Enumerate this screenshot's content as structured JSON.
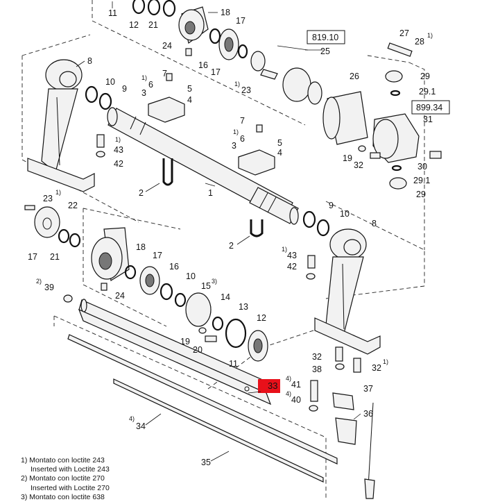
{
  "boxed_refs": [
    "819.10",
    "899.34"
  ],
  "highlighted_callout": {
    "label": "33",
    "color": "#e8101a"
  },
  "callouts": [
    "1",
    "2",
    "2",
    "3",
    "3",
    "4",
    "4",
    "5",
    "5",
    "6",
    "6",
    "7",
    "7",
    "8",
    "8",
    "9",
    "9",
    "10",
    "10",
    "10",
    "11",
    "11",
    "12",
    "12",
    "13",
    "14",
    "15",
    "16",
    "16",
    "17",
    "17",
    "17",
    "18",
    "18",
    "19",
    "19",
    "20",
    "21",
    "21",
    "22",
    "23",
    "23",
    "24",
    "24",
    "25",
    "26",
    "27",
    "28",
    "29",
    "29",
    "29.1",
    "29.1",
    "30",
    "31",
    "32",
    "32",
    "32",
    "34",
    "35",
    "36",
    "37",
    "38",
    "39",
    "40",
    "41",
    "42",
    "42",
    "43",
    "43"
  ],
  "notes": [
    {
      "marker": "1)",
      "it": "Montato con loctite 243",
      "en": "Inserted with Loctite 243"
    },
    {
      "marker": "2)",
      "it": "Montato con loctite 270",
      "en": "Inserted with Loctite 270"
    },
    {
      "marker": "3)",
      "it": "Montato con loctite 638",
      "en": ""
    }
  ]
}
